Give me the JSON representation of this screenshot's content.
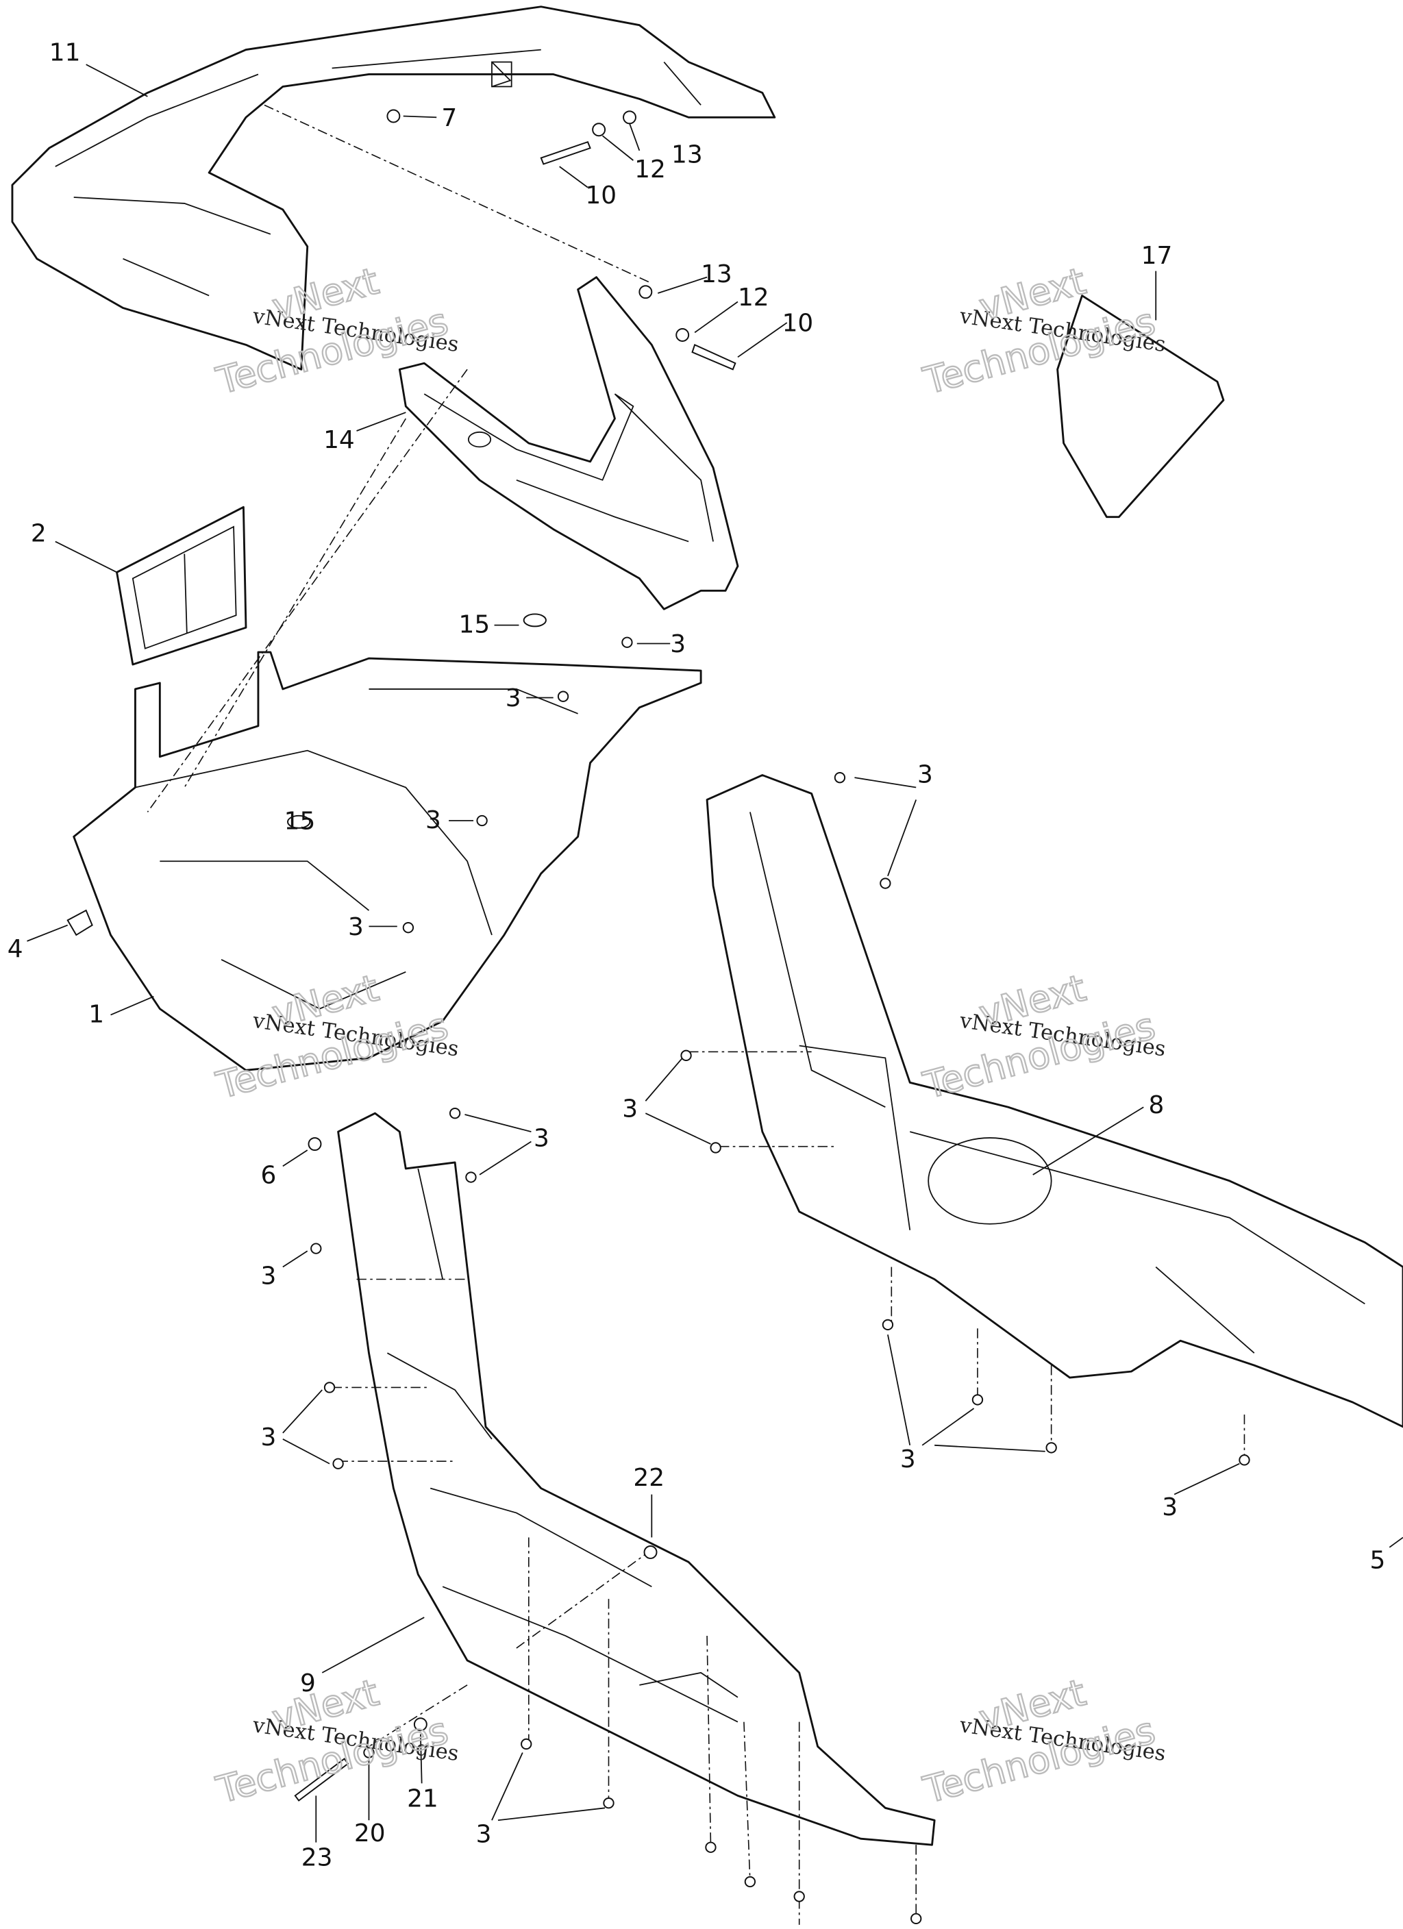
{
  "diagram": {
    "watermark": {
      "line": "vNext Technologies",
      "big_top": "vNext",
      "big_bottom": "Technologies"
    },
    "callouts": [
      "11",
      "7",
      "13",
      "12",
      "10",
      "13",
      "12",
      "10",
      "17",
      "14",
      "2",
      "15",
      "3",
      "3",
      "3",
      "3",
      "15",
      "4",
      "3",
      "1",
      "3",
      "8",
      "6",
      "3",
      "3",
      "3",
      "3",
      "3",
      "5",
      "22",
      "9",
      "21",
      "20",
      "23",
      "3"
    ]
  }
}
